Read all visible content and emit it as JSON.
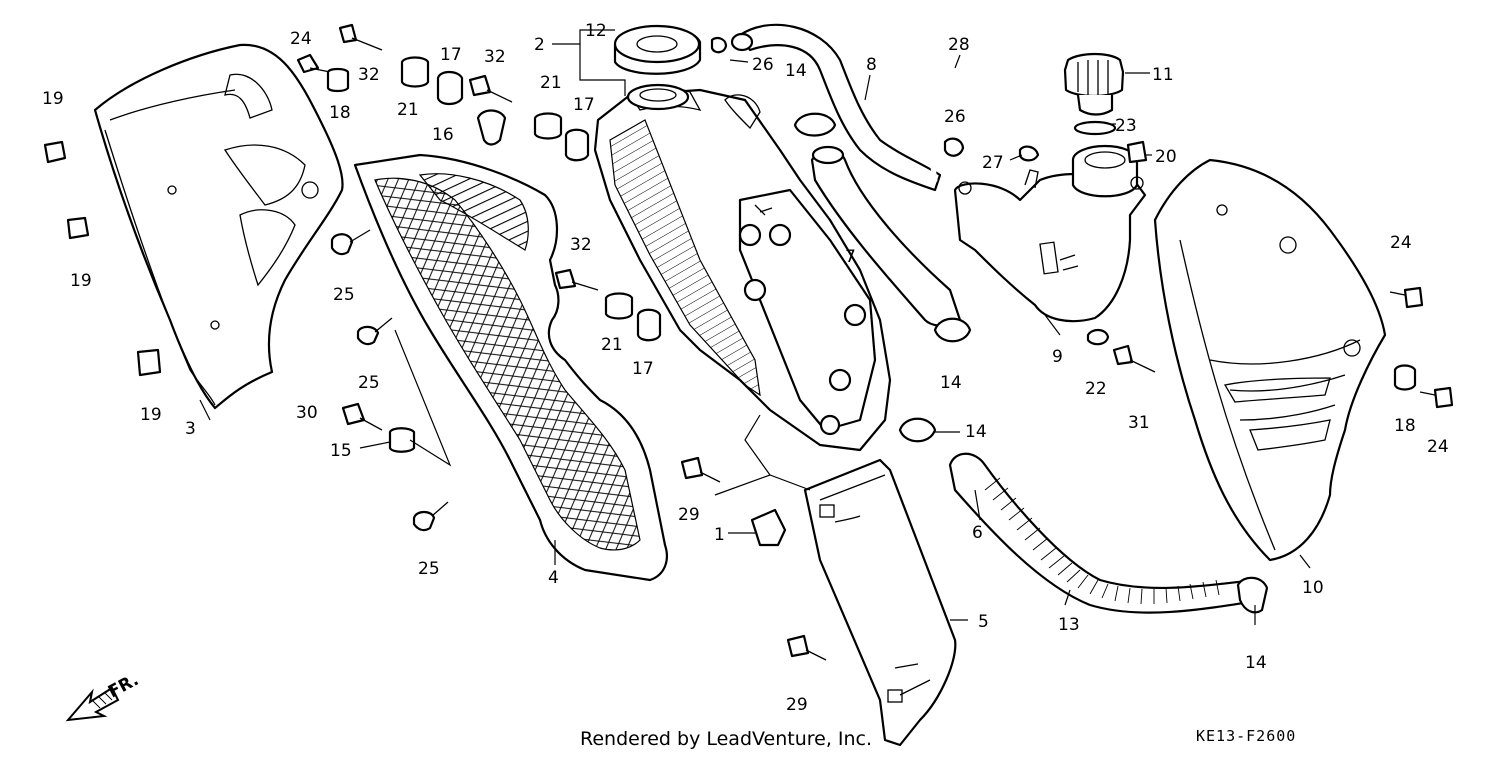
{
  "diagram": {
    "front_label": "FR.",
    "credit": "Rendered by LeadVenture, Inc.",
    "code": "KE13-F2600",
    "callouts": [
      {
        "id": "c1",
        "text": "1"
      },
      {
        "id": "c2",
        "text": "2"
      },
      {
        "id": "c3",
        "text": "3"
      },
      {
        "id": "c4",
        "text": "4"
      },
      {
        "id": "c5",
        "text": "5"
      },
      {
        "id": "c6",
        "text": "6"
      },
      {
        "id": "c7",
        "text": "7"
      },
      {
        "id": "c8",
        "text": "8"
      },
      {
        "id": "c9",
        "text": "9"
      },
      {
        "id": "c10",
        "text": "10"
      },
      {
        "id": "c11",
        "text": "11"
      },
      {
        "id": "c12",
        "text": "12"
      },
      {
        "id": "c13",
        "text": "13"
      },
      {
        "id": "c14a",
        "text": "14"
      },
      {
        "id": "c14b",
        "text": "14"
      },
      {
        "id": "c14c",
        "text": "14"
      },
      {
        "id": "c14d",
        "text": "14"
      },
      {
        "id": "c15",
        "text": "15"
      },
      {
        "id": "c16",
        "text": "16"
      },
      {
        "id": "c17a",
        "text": "17"
      },
      {
        "id": "c17b",
        "text": "17"
      },
      {
        "id": "c17c",
        "text": "17"
      },
      {
        "id": "c18a",
        "text": "18"
      },
      {
        "id": "c18b",
        "text": "18"
      },
      {
        "id": "c19a",
        "text": "19"
      },
      {
        "id": "c19b",
        "text": "19"
      },
      {
        "id": "c19c",
        "text": "19"
      },
      {
        "id": "c20",
        "text": "20"
      },
      {
        "id": "c21a",
        "text": "21"
      },
      {
        "id": "c21b",
        "text": "21"
      },
      {
        "id": "c21c",
        "text": "21"
      },
      {
        "id": "c22",
        "text": "22"
      },
      {
        "id": "c23",
        "text": "23"
      },
      {
        "id": "c24a",
        "text": "24"
      },
      {
        "id": "c24b",
        "text": "24"
      },
      {
        "id": "c24c",
        "text": "24"
      },
      {
        "id": "c25a",
        "text": "25"
      },
      {
        "id": "c25b",
        "text": "25"
      },
      {
        "id": "c25c",
        "text": "25"
      },
      {
        "id": "c26a",
        "text": "26"
      },
      {
        "id": "c26b",
        "text": "26"
      },
      {
        "id": "c27",
        "text": "27"
      },
      {
        "id": "c28",
        "text": "28"
      },
      {
        "id": "c29a",
        "text": "29"
      },
      {
        "id": "c29b",
        "text": "29"
      },
      {
        "id": "c30",
        "text": "30"
      },
      {
        "id": "c31",
        "text": "31"
      },
      {
        "id": "c32a",
        "text": "32"
      },
      {
        "id": "c32b",
        "text": "32"
      },
      {
        "id": "c32c",
        "text": "32"
      }
    ]
  }
}
